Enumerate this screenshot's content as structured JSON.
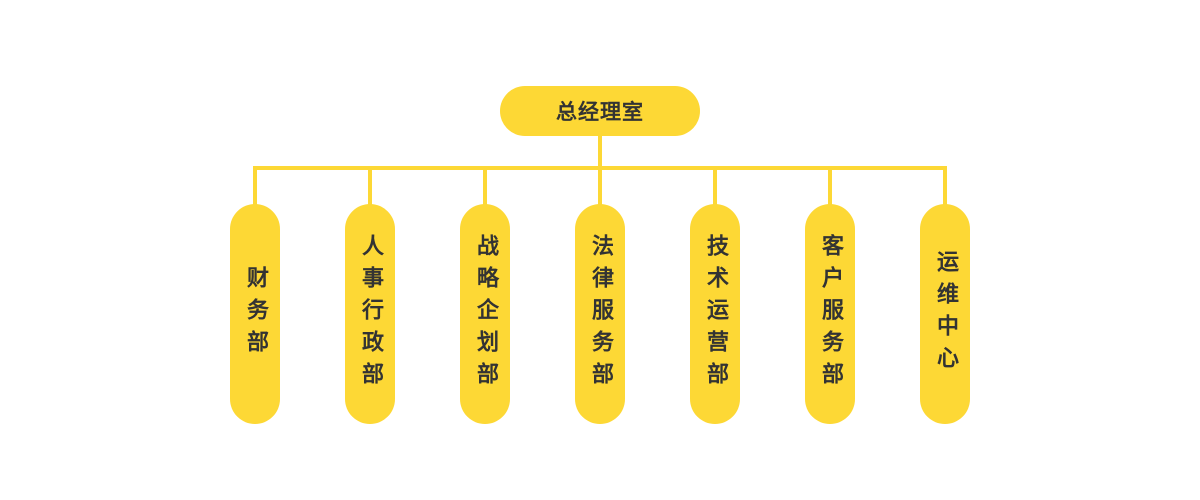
{
  "root": {
    "label": "总经理室"
  },
  "departments": [
    {
      "label": "财务部"
    },
    {
      "label": "人事行政部"
    },
    {
      "label": "战略企划部"
    },
    {
      "label": "法律服务部"
    },
    {
      "label": "技术运营部"
    },
    {
      "label": "客户服务部"
    },
    {
      "label": "运维中心"
    }
  ],
  "colors": {
    "node": "#FDD835",
    "text": "#333333",
    "line": "#FDD835"
  }
}
